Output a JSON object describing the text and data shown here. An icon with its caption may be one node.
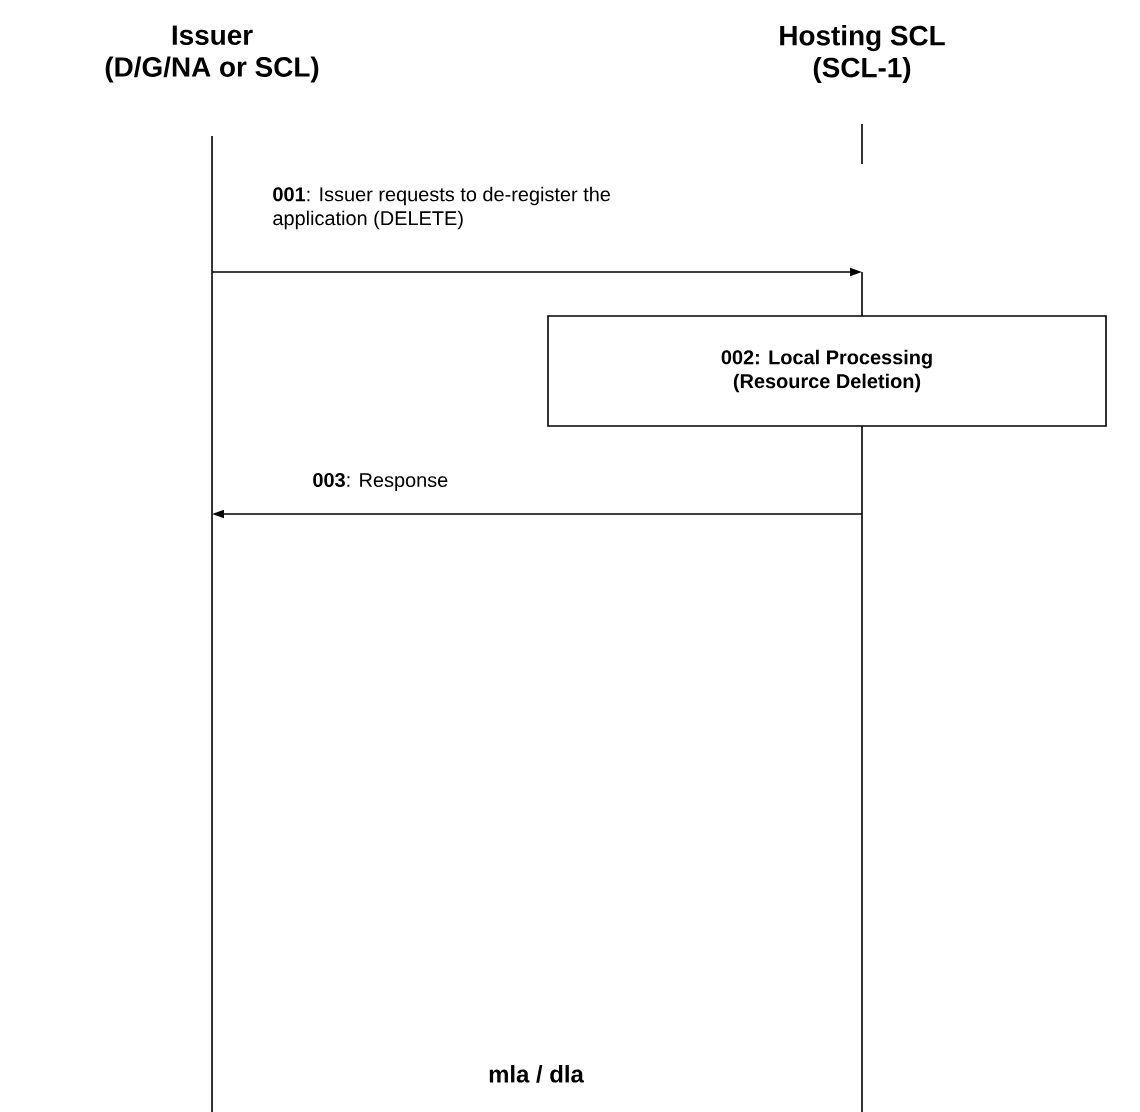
{
  "diagram": {
    "nodes": [
      {
        "text": [
          "Issuer",
          "(D/G/NA or SCL)"
        ]
      },
      {
        "text": [
          "Hosting SCL",
          "(SCL-1)"
        ]
      },
      {
        "text": [
          "002: Local Processing (Resource Deletion)"
        ]
      }
    ],
    "edges": [
      {
        "from": 0,
        "to": 1,
        "arrow": "to",
        "label": "**001**: Issuer requests to de-register the application (DELETE)"
      },
      {
        "from": 1,
        "to": 0,
        "arrow": "to",
        "label": "**003**: Response"
      }
    ],
    "labels": [
      "mla / dla"
    ]
  }
}
